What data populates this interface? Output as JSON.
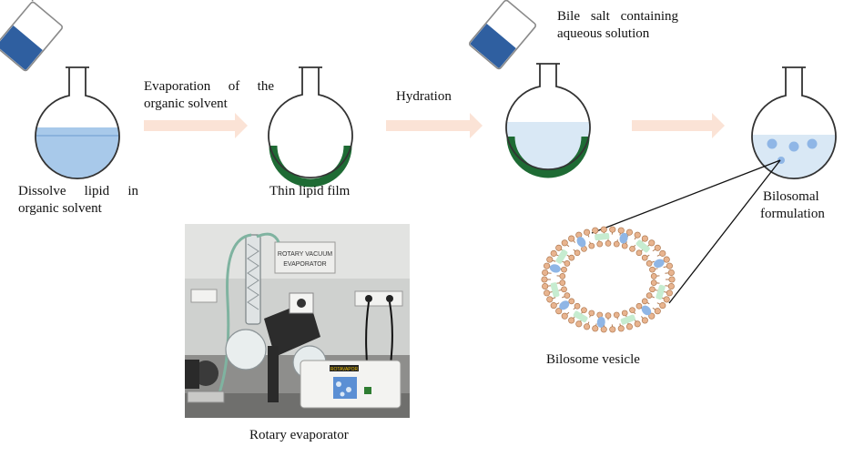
{
  "labels": {
    "step1_line1": "Dissolve lipid in",
    "step1_line2": "organic solvent",
    "arrow1_line1": "Evaporation of the",
    "arrow1_line2": "organic solvent",
    "step2": "Thin lipid film",
    "arrow2": "Hydration",
    "solution_line1": "Bile salt containing",
    "solution_line2": "aqueous solution",
    "step4_line1": "Bilosomal",
    "step4_line2": "formulation",
    "vesicle": "Bilosome vesicle",
    "photo_caption": "Rotary evaporator"
  },
  "photo": {
    "sign_line1": "ROTARY VACUUM",
    "sign_line2": "EVAPORATOR",
    "label_tag": "ROTAVAPOR"
  },
  "colors": {
    "solvent": "#a8c9ea",
    "aqueous": "#d9e8f5",
    "film": "#1e6b34",
    "arrow": "#fbe3d6",
    "bead_blue": "#8fb6e6",
    "bead_green": "#c6ecd0",
    "lipid_head": "#e8b48f"
  }
}
